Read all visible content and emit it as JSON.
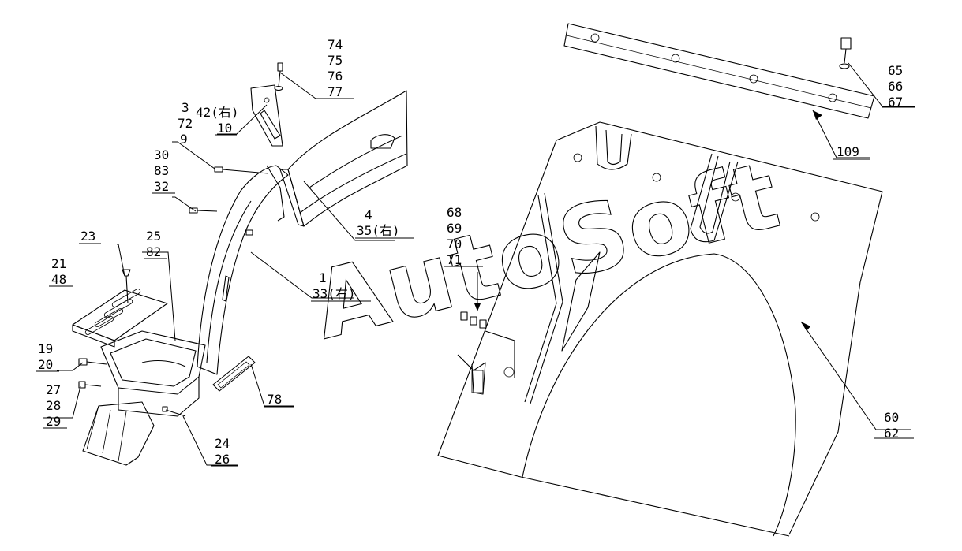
{
  "watermark": "AutoSoft",
  "callouts": {
    "c74": "74",
    "c75": "75",
    "c76": "76",
    "c77": "77",
    "c3": "3",
    "c42": "42(右)",
    "c72": "72",
    "c10": "10",
    "c9": "9",
    "c30": "30",
    "c83": "83",
    "c32": "32",
    "c4": "4",
    "c35": "35(右)",
    "c23": "23",
    "c25": "25",
    "c82": "82",
    "c21": "21",
    "c48": "48",
    "c1": "1",
    "c33": "33(右)",
    "c19": "19",
    "c20": "20",
    "c27": "27",
    "c28": "28",
    "c29": "29",
    "c78": "78",
    "c24": "24",
    "c26": "26",
    "c68": "68",
    "c69": "69",
    "c70": "70",
    "c71": "71",
    "c65": "65",
    "c66": "66",
    "c67": "67",
    "c109": "109",
    "c60": "60",
    "c62": "62"
  }
}
